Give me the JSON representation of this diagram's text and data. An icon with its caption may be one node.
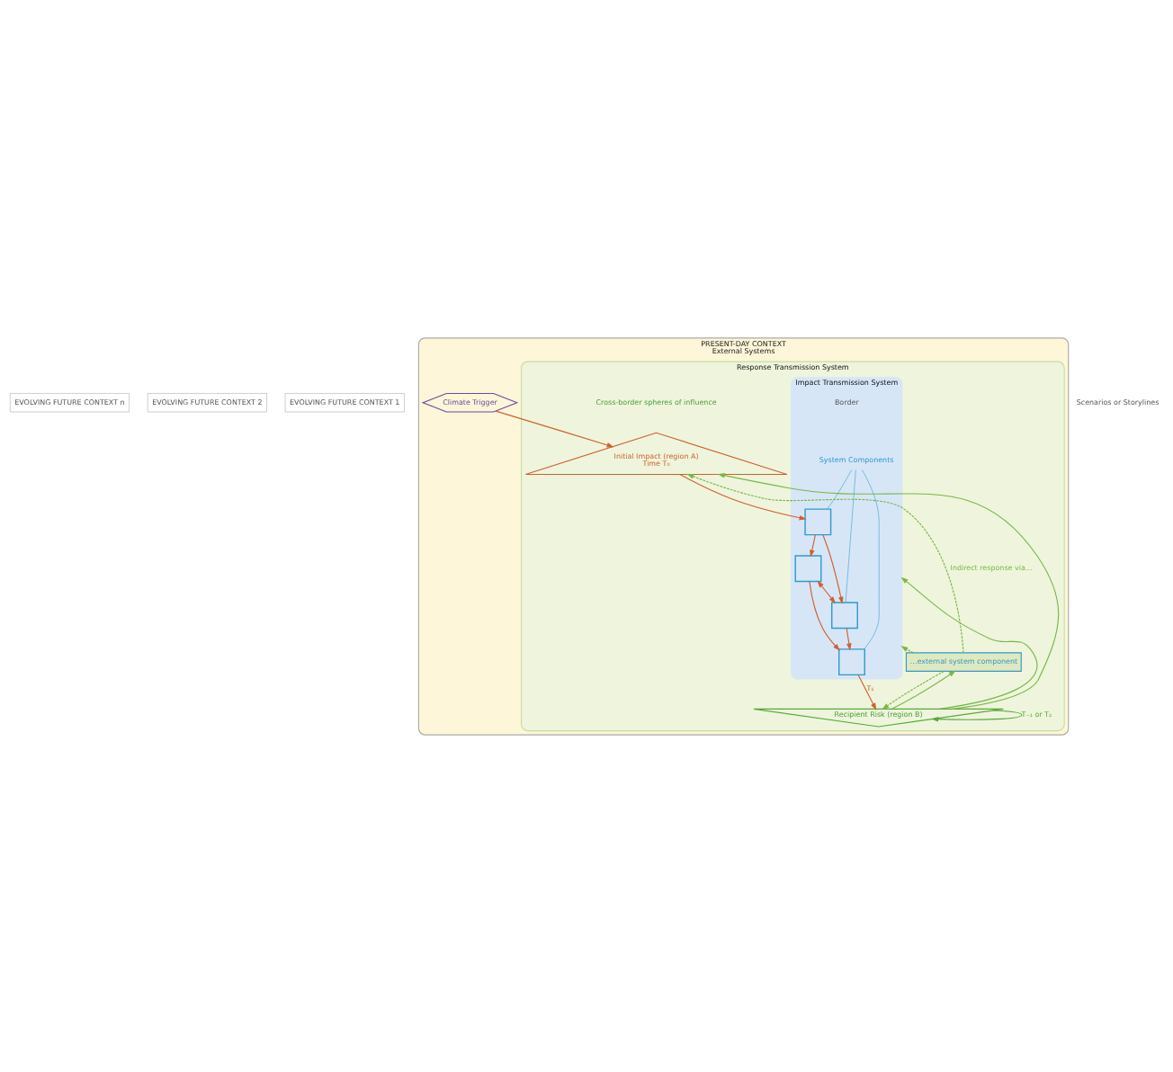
{
  "diagram": {
    "nodes": [
      {
        "text": [
          "EVOLVING FUTURE CONTEXT n"
        ]
      },
      {
        "text": [
          "EVOLVING FUTURE CONTEXT 2"
        ]
      },
      {
        "text": [
          "EVOLVING FUTURE CONTEXT 1"
        ]
      },
      {
        "text": [
          "PRESENT-DAY CONTEXT",
          "External Systems"
        ]
      },
      {
        "text": [
          "Response Transmission System"
        ],
        "in": 3
      },
      {
        "text": [
          "Impact Transmission System"
        ],
        "in": 4
      },
      {
        "text": [
          "Climate Trigger"
        ],
        "in": 3
      },
      {
        "text": [
          "Initial Impact (region A)",
          "Time T₀"
        ],
        "in": 4
      },
      {
        "text": [],
        "shape": "box",
        "in": 5
      },
      {
        "text": [],
        "shape": "box",
        "in": 5
      },
      {
        "text": [],
        "shape": "box",
        "in": 5
      },
      {
        "text": [],
        "shape": "box",
        "in": 5
      },
      {
        "text": [
          "System Components"
        ],
        "in": 5
      },
      {
        "text": [
          "…external system component"
        ],
        "in": 4
      },
      {
        "text": [
          "Recipient Risk (region B)"
        ],
        "in": 4
      }
    ],
    "edges": [
      {
        "from": 6,
        "to": 7,
        "arrow": "to"
      },
      {
        "from": 7,
        "to": 8,
        "arrow": "to"
      },
      {
        "from": 8,
        "to": 9,
        "arrow": "to"
      },
      {
        "from": 8,
        "to": 10,
        "arrow": "to"
      },
      {
        "from": 9,
        "to": 10,
        "arrow": "both"
      },
      {
        "from": 10,
        "to": 11,
        "arrow": "to"
      },
      {
        "from": 9,
        "to": 11,
        "arrow": "to"
      },
      {
        "from": 11,
        "to": 14,
        "arrow": "to",
        "label": "T₁"
      },
      {
        "from": 14,
        "to": 14,
        "arrow": "to",
        "label": "T₋₁ or T₂",
        "color": "#5aa83a"
      },
      {
        "from": 14,
        "to": 7,
        "arrow": "to",
        "color": "#7ab648"
      },
      {
        "from": 14,
        "to": 5,
        "arrow": "to",
        "color": "#7ab648"
      },
      {
        "from": 14,
        "to": 13,
        "arrow": "to",
        "color": "#7ab648"
      },
      {
        "from": 13,
        "to": 7,
        "arrow": "to",
        "style": "dashed",
        "color": "#7ab648",
        "label": "Indirect response via…"
      },
      {
        "from": 13,
        "to": 5,
        "arrow": "to",
        "style": "dashed",
        "color": "#7ab648"
      },
      {
        "from": 13,
        "to": 14,
        "arrow": "to",
        "style": "dashed",
        "color": "#7ab648"
      },
      {
        "from": 12,
        "to": 8,
        "arrow": "none",
        "color": "#3399cc"
      },
      {
        "from": 12,
        "to": 10,
        "arrow": "none",
        "color": "#3399cc"
      },
      {
        "from": 12,
        "to": 11,
        "arrow": "none",
        "color": "#3399cc"
      }
    ],
    "labels": [
      "Scenarios or Storylines",
      "Border",
      "Cross-border spheres of influence"
    ]
  }
}
